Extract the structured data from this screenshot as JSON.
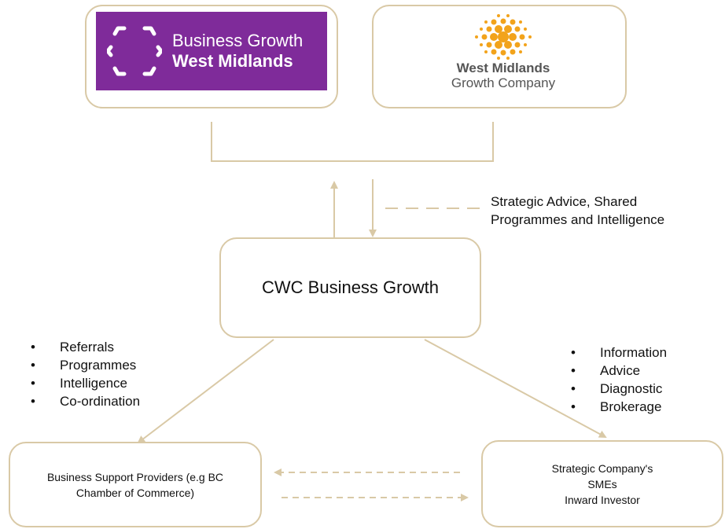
{
  "logos": {
    "bgwm": {
      "line1": "Business Growth",
      "line2": "West Midlands",
      "color": "#7f2b9a"
    },
    "wmgc": {
      "line1": "West Midlands",
      "line2": "Growth Company",
      "color": "#f2a31b"
    }
  },
  "flows": {
    "strategic_label": [
      "Strategic Advice, Shared",
      "Programmes and Intelligence"
    ],
    "left_items": [
      "Referrals",
      "Programmes",
      "Intelligence",
      "Co-ordination"
    ],
    "right_items": [
      "Information",
      "Advice",
      "Diagnostic",
      "Brokerage"
    ]
  },
  "nodes": {
    "center": "CWC Business Growth",
    "left": [
      "Business Support Providers (e.g BC",
      "Chamber of Commerce)"
    ],
    "right": [
      "Strategic Company's",
      "SMEs",
      "Inward Investor"
    ]
  },
  "colors": {
    "connector": "#d9c9a6",
    "border": "#d9c9a6"
  }
}
